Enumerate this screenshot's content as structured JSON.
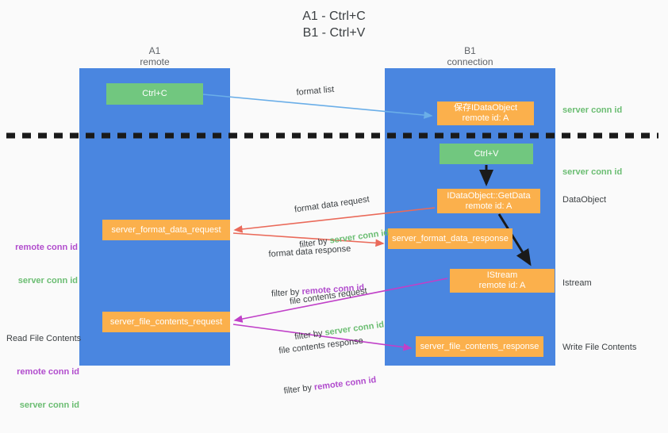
{
  "title": "A1 - Ctrl+C\nB1 - Ctrl+V",
  "columns": {
    "left": {
      "name": "A1",
      "role": "remote",
      "label": "A1\nremote"
    },
    "right": {
      "name": "B1",
      "role": "connection",
      "label": "B1\nconnection"
    }
  },
  "colors": {
    "lane": "#4a86e0",
    "green_box": "#71c77f",
    "orange_box": "#fbb04c",
    "server_conn_id": "#6bbd72",
    "remote_conn_id": "#b14ccd",
    "arrow_blue": "#6aaee8",
    "arrow_red": "#ea6a5a",
    "arrow_magenta": "#c040c8",
    "arrow_black": "#1a1a1a",
    "text": "#3c4043",
    "background": "#fafafa"
  },
  "boxes": {
    "ctrl_c": {
      "label": "Ctrl+C",
      "kind": "green"
    },
    "save_idataobject": {
      "line1": "保存IDataObject",
      "line2": "remote id: A",
      "kind": "orange"
    },
    "ctrl_v": {
      "label": "Ctrl+V",
      "kind": "green"
    },
    "idataobject_getdata": {
      "line1": "IDataObject::GetData",
      "line2": "remote id: A",
      "kind": "orange"
    },
    "istream": {
      "line1": "IStream",
      "line2": "remote id: A",
      "kind": "orange"
    },
    "server_format_data_request": {
      "label": "server_format_data_request",
      "kind": "orange"
    },
    "server_format_data_response": {
      "label": "server_format_data_response",
      "kind": "orange"
    },
    "server_file_contents_request": {
      "label": "server_file_contents_request",
      "kind": "orange"
    },
    "server_file_contents_response": {
      "label": "server_file_contents_response",
      "kind": "orange"
    }
  },
  "edge_labels": {
    "format_list": "format list",
    "format_data_request": "format data request",
    "format_data_request_filter_prefix": "filter by ",
    "format_data_request_filter_value": "server conn id",
    "format_data_response": "format data response",
    "format_data_response_filter_prefix": "filter by ",
    "format_data_response_filter_value": "remote conn id",
    "file_contents_request": "file contents request",
    "file_contents_request_filter_prefix": "filter by ",
    "file_contents_request_filter_value": "server conn id",
    "file_contents_response": "file contents response",
    "file_contents_response_filter_prefix": "filter by ",
    "file_contents_response_filter_value": "remote conn id"
  },
  "side_notes": {
    "server_conn_id_top": "server conn id",
    "server_conn_id_mid": "server conn id",
    "dataobject": "DataObject",
    "istream": "Istream",
    "write_file_contents": "Write File Contents",
    "read_file_contents": "Read File Contents",
    "remote_conn_id": "remote conn id",
    "server_conn_id": "server conn id"
  }
}
